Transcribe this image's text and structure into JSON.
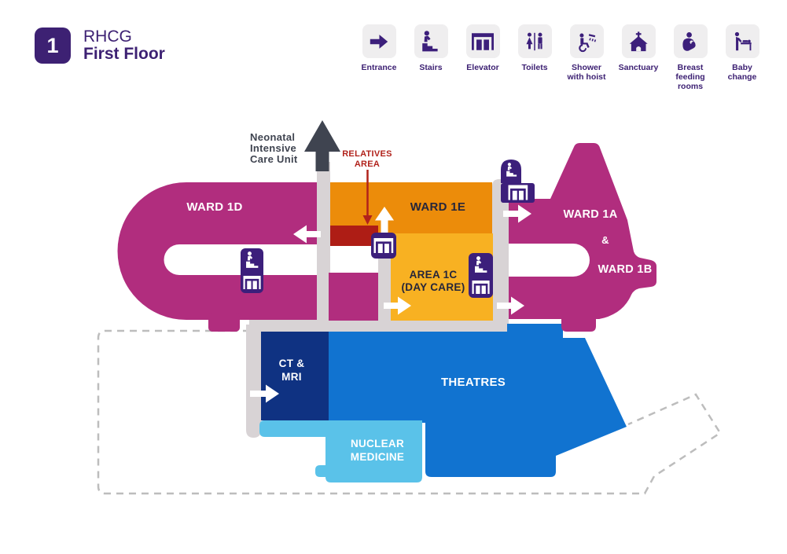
{
  "header": {
    "floor_number": "1",
    "building_code": "RHCG",
    "floor_name": "First Floor"
  },
  "legend": {
    "items": [
      {
        "icon": "entrance-icon",
        "label": "Entrance"
      },
      {
        "icon": "stairs-icon",
        "label": "Stairs"
      },
      {
        "icon": "elevator-icon",
        "label": "Elevator"
      },
      {
        "icon": "toilets-icon",
        "label": "Toilets"
      },
      {
        "icon": "shower-with-hoist-icon",
        "label": "Shower\nwith hoist"
      },
      {
        "icon": "sanctuary-icon",
        "label": "Sanctuary"
      },
      {
        "icon": "breast-feeding-rooms-icon",
        "label": "Breast\nfeeding\nrooms"
      },
      {
        "icon": "baby-change-icon",
        "label": "Baby\nchange"
      }
    ]
  },
  "map": {
    "areas": {
      "ward_1d": "WARD 1D",
      "ward_1e": "WARD 1E",
      "ward_1a": "WARD 1A",
      "ward_1a_1b_joiner": "&",
      "ward_1b": "WARD 1B",
      "area_1c_line1": "AREA 1C",
      "area_1c_line2": "(DAY CARE)",
      "ct_mri_line1": "CT &",
      "ct_mri_line2": "MRI",
      "theatres": "THEATRES",
      "nuclear_line1": "NUCLEAR",
      "nuclear_line2": "MEDICINE"
    },
    "annotations": {
      "neonatal_line1": "Neonatal",
      "neonatal_line2": "Intensive",
      "neonatal_line3": "Care Unit",
      "relatives_line1": "RELATIVES",
      "relatives_line2": "AREA"
    }
  },
  "colors": {
    "magenta": "#b12d7e",
    "orange": "#ec8c0a",
    "amber": "#f8b122",
    "dark_red": "#ae1d15",
    "navy": "#0f3282",
    "blue": "#1173d0",
    "light_blue": "#5ac2e9",
    "corridor": "#d8d3d5",
    "dark_gray": "#3f4450",
    "icon_purple": "#3c1f7b",
    "brand_purple": "#3d2173",
    "legend_box": "#efeeef",
    "dashed": "#bdbdbd",
    "dark_label": "#26263a",
    "annotation_red": "#b1221b"
  }
}
